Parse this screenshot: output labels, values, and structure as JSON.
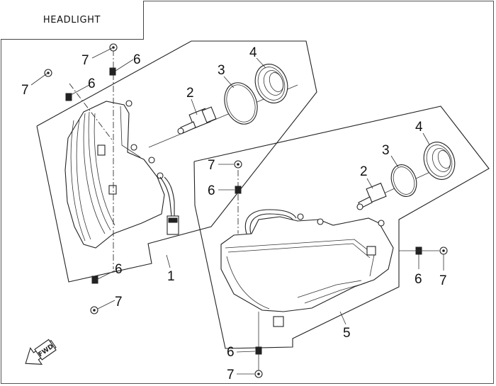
{
  "title": "HEADLIGHT",
  "diagram": {
    "assemblies": [
      {
        "id": "left-headlight",
        "callout": "1"
      },
      {
        "id": "right-headlight",
        "callout": "5"
      }
    ],
    "callouts": {
      "upper_group": {
        "bulb": "2",
        "o_ring": "3",
        "retainer_ring": "4",
        "clip_a": "6",
        "clip_b": "6",
        "screw_a": "7",
        "screw_b": "7",
        "clip_bottom": "6",
        "screw_bottom": "7",
        "assembly": "1"
      },
      "lower_group": {
        "bulb": "2",
        "o_ring": "3",
        "retainer_ring": "4",
        "clip_top": "6",
        "screw_top": "7",
        "clip_side": "6",
        "screw_side": "7",
        "clip_bottom": "6",
        "screw_bottom": "7",
        "assembly": "5"
      }
    },
    "direction_indicator": "FWD"
  },
  "colors": {
    "line": "#222222",
    "background": "#ffffff",
    "frame": "#555555"
  }
}
